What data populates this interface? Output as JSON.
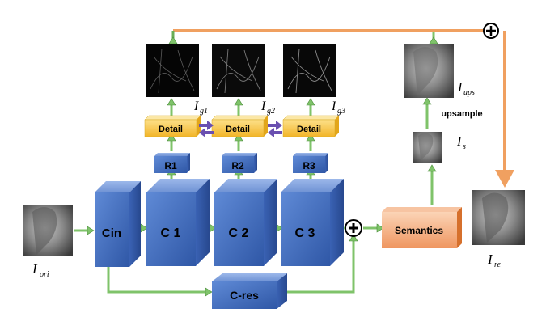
{
  "blocks": {
    "cin": "Cin",
    "c1": "C 1",
    "c2": "C 2",
    "c3": "C 3",
    "cres": "C-res",
    "r1": "R1",
    "r2": "R2",
    "r3": "R3",
    "detail1": "Detail",
    "detail2": "Detail",
    "detail3": "Detail",
    "semantics": "Semantics",
    "upsample": "upsample"
  },
  "image_labels": {
    "ori": {
      "main": "I",
      "sub": "ori"
    },
    "re": {
      "main": "I",
      "sub": "re"
    },
    "s": {
      "main": "I",
      "sub": "s"
    },
    "ups": {
      "main": "I",
      "sub": "ups"
    },
    "g1": {
      "main": "I",
      "sub": "g1"
    },
    "g2": {
      "main": "I",
      "sub": "g2"
    },
    "g3": {
      "main": "I",
      "sub": "g3"
    }
  },
  "colors": {
    "block_blue": "#4a74c4",
    "detail_yellow": "#f7c948",
    "semantics_orange": "#f0a070",
    "arrow_green": "#7fc36a",
    "arrow_orange": "#f0a060",
    "arrow_purple": "#6a4fb0"
  }
}
